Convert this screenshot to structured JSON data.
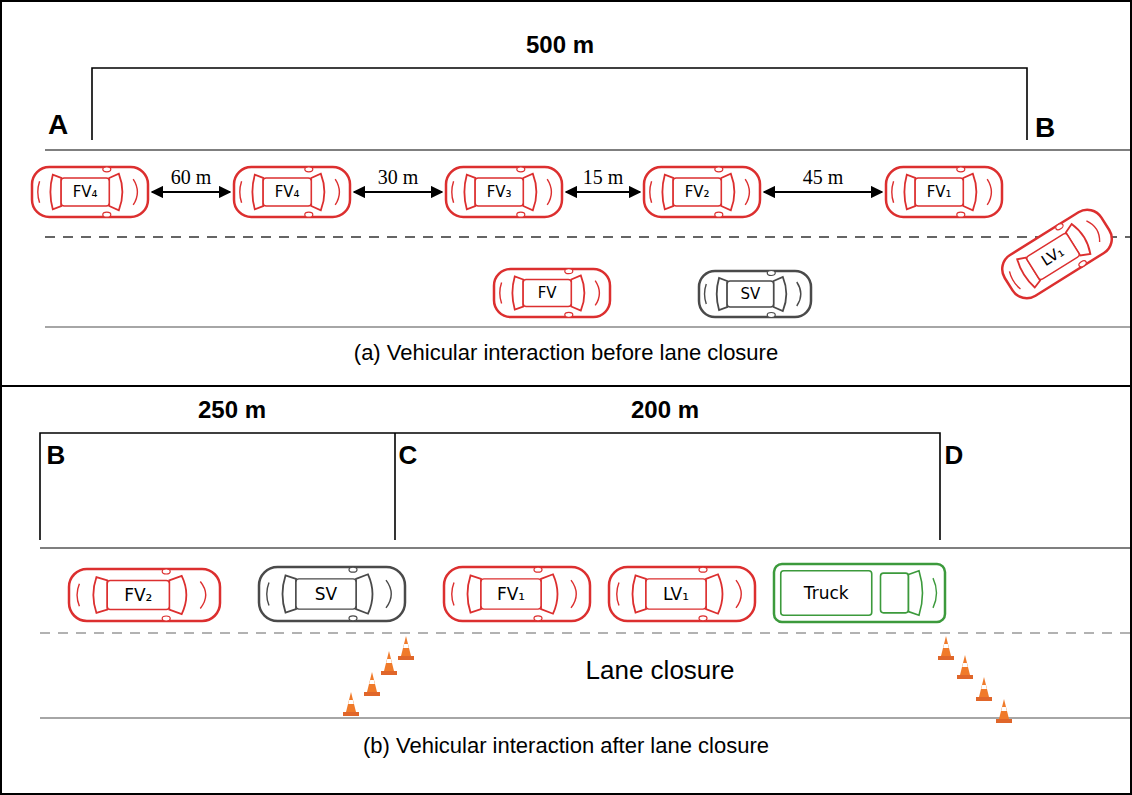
{
  "diagram": {
    "nodes": [
      {
        "text": [
          "(a) Vehicular interaction before lane closure"
        ]
      },
      {
        "text": [
          "FV₄"
        ],
        "in": 0
      },
      {
        "text": [
          "FV₄"
        ],
        "in": 0
      },
      {
        "text": [
          "FV₃"
        ],
        "in": 0
      },
      {
        "text": [
          "FV₂"
        ],
        "in": 0
      },
      {
        "text": [
          "FV₁"
        ],
        "in": 0
      },
      {
        "text": [
          "FV"
        ],
        "in": 0
      },
      {
        "text": [
          "SV"
        ],
        "in": 0
      },
      {
        "text": [
          "LV₁"
        ],
        "in": 0
      },
      {
        "text": [
          "(b) Vehicular interaction after lane closure"
        ]
      },
      {
        "text": [
          "FV₂"
        ],
        "in": 9
      },
      {
        "text": [
          "SV"
        ],
        "in": 9
      },
      {
        "text": [
          "FV₁"
        ],
        "in": 9
      },
      {
        "text": [
          "LV₁"
        ],
        "in": 9
      },
      {
        "text": [
          "Truck"
        ],
        "in": 9
      }
    ],
    "edges": [
      {
        "from": 1,
        "to": 2,
        "arrow": "both",
        "label": "60 m"
      },
      {
        "from": 2,
        "to": 3,
        "arrow": "both",
        "label": "30 m"
      },
      {
        "from": 3,
        "to": 4,
        "arrow": "both",
        "label": "15 m"
      },
      {
        "from": 4,
        "to": 5,
        "arrow": "both",
        "label": "45 m"
      }
    ],
    "labels": [
      "500 m",
      "A",
      "B",
      "250 m",
      "200 m",
      "B",
      "C",
      "D",
      "Lane closure"
    ]
  }
}
